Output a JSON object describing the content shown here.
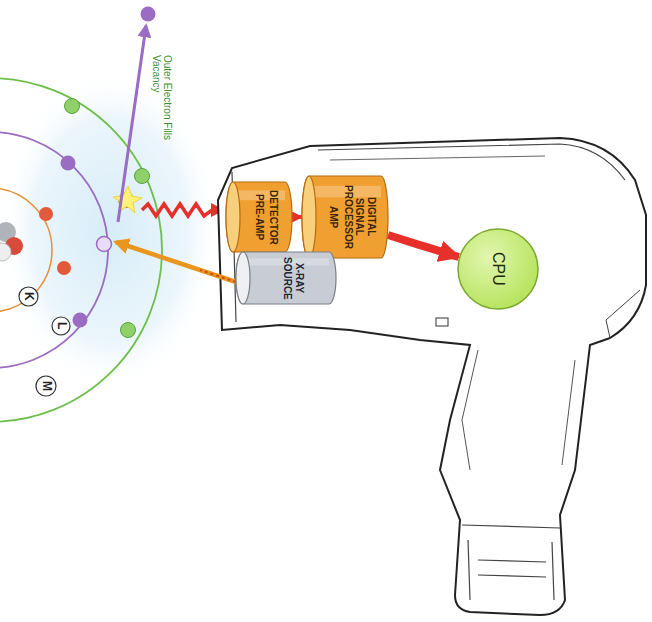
{
  "diagram": {
    "nodes": [
      {
        "text": [
          "DETECTOR",
          "PRE-AMP"
        ]
      },
      {
        "text": [
          "DIGITAL SIGNAL PROCESSOR",
          "AMP"
        ]
      },
      {
        "text": [
          "CPU"
        ]
      },
      {
        "text": [
          "X-RAY SOURCE"
        ]
      },
      {
        "text": [
          "K"
        ]
      },
      {
        "text": [
          "L"
        ]
      },
      {
        "text": [
          "M"
        ]
      }
    ],
    "edges": [
      {
        "from": 0,
        "to": 1,
        "arrow": "to"
      },
      {
        "from": 1,
        "to": 2,
        "arrow": "to"
      }
    ],
    "labels": [
      "Outer Electron Fills Vacancy"
    ]
  }
}
